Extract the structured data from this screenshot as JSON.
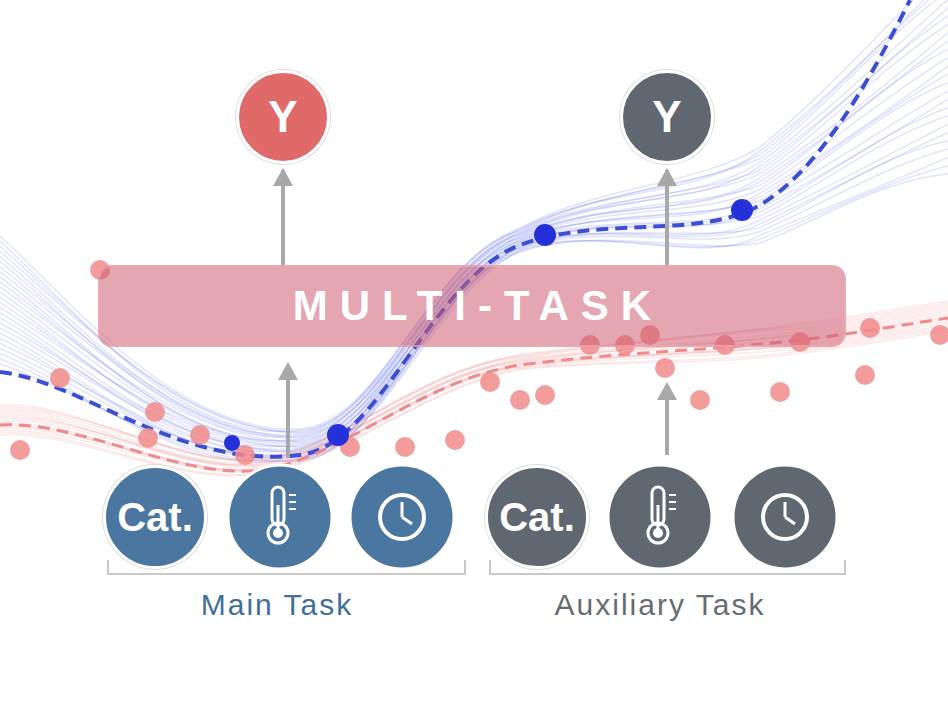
{
  "diagram": {
    "nodes": [
      {
        "text": [
          "Y"
        ]
      },
      {
        "text": [
          "Y"
        ]
      },
      {
        "text": [
          "MULTI-TASK"
        ]
      },
      {
        "text": [
          "Cat."
        ]
      },
      {
        "text": [
          "Cat."
        ]
      }
    ],
    "edges": [
      {
        "from": 2,
        "to": 0,
        "arrow": "to"
      },
      {
        "from": 2,
        "to": 1,
        "arrow": "to"
      }
    ],
    "labels": [
      "Main Task",
      "Auxiliary Task"
    ]
  }
}
